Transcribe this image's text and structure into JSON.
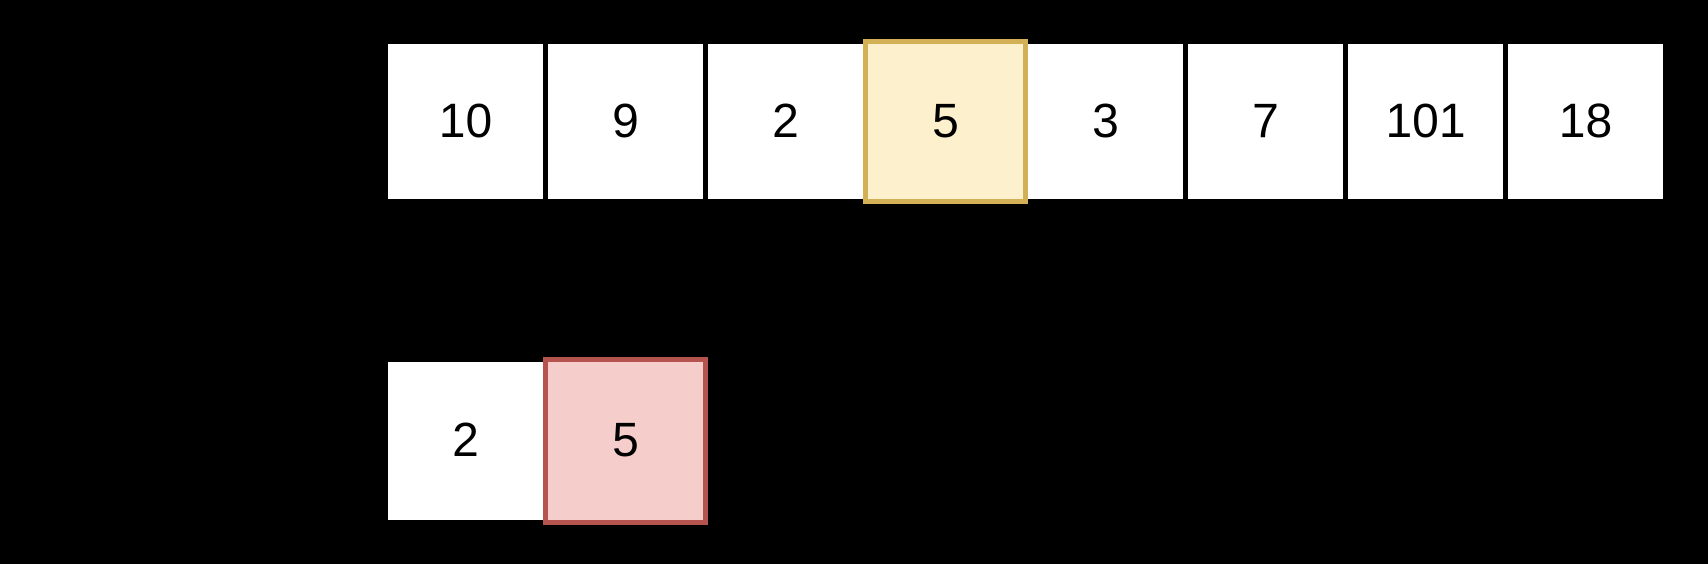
{
  "input_array": {
    "cells": [
      {
        "value": "10",
        "highlight": null
      },
      {
        "value": "9",
        "highlight": null
      },
      {
        "value": "2",
        "highlight": null
      },
      {
        "value": "5",
        "highlight": "yellow"
      },
      {
        "value": "3",
        "highlight": null
      },
      {
        "value": "7",
        "highlight": null
      },
      {
        "value": "101",
        "highlight": null
      },
      {
        "value": "18",
        "highlight": null
      }
    ]
  },
  "subsequence_array": {
    "cells": [
      {
        "value": "2",
        "highlight": null
      },
      {
        "value": "5",
        "highlight": "red"
      }
    ]
  },
  "colors": {
    "background": "#000000",
    "cell_fill": "#ffffff",
    "cell_text": "#000000",
    "yellow_fill": "#fdf0cc",
    "yellow_border": "#d3b055",
    "red_fill": "#f5cecb",
    "red_border": "#b5534f"
  }
}
